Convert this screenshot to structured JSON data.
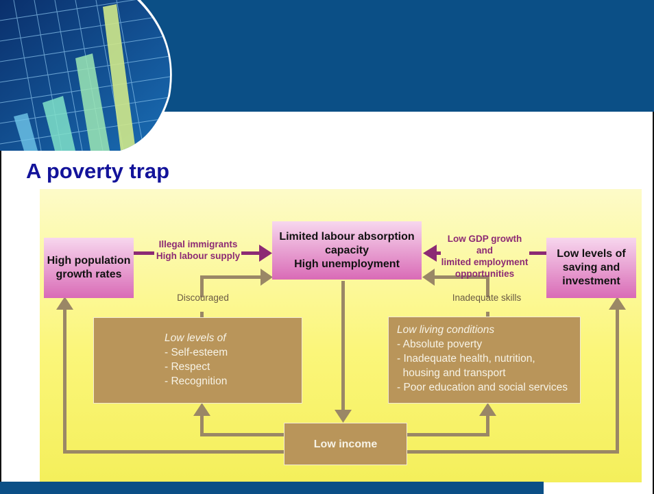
{
  "title": "A poverty trap",
  "colors": {
    "header_blue": "#0b4f86",
    "title": "#13139a",
    "arrow_tan": "#9a8766",
    "arrow_purple": "#8c2a74",
    "box_brown": "#b9955a"
  },
  "nodes": {
    "center": {
      "lines": [
        "Limited labour absorption",
        "capacity",
        "High unemployment"
      ]
    },
    "left": {
      "lines": [
        "High population",
        "growth rates"
      ]
    },
    "right": {
      "lines": [
        "Low levels of",
        "saving and",
        "investment"
      ]
    },
    "self_esteem": {
      "heading": "Low levels of",
      "items": [
        "- Self-esteem",
        "- Respect",
        "- Recognition"
      ]
    },
    "living": {
      "heading": "Low living conditions",
      "items": [
        "- Absolute poverty",
        "- Inadequate health, nutrition,",
        "  housing and transport",
        "- Poor education and social services"
      ]
    },
    "income": {
      "label": "Low income"
    }
  },
  "edge_labels": {
    "left_to_center": [
      "Illegal immigrants",
      "High labour supply"
    ],
    "right_to_center": [
      "Low GDP growth and",
      "limited employment",
      "opportunities"
    ],
    "discouraged": "Discouraged",
    "inadequate_skills": "Inadequate skills"
  }
}
